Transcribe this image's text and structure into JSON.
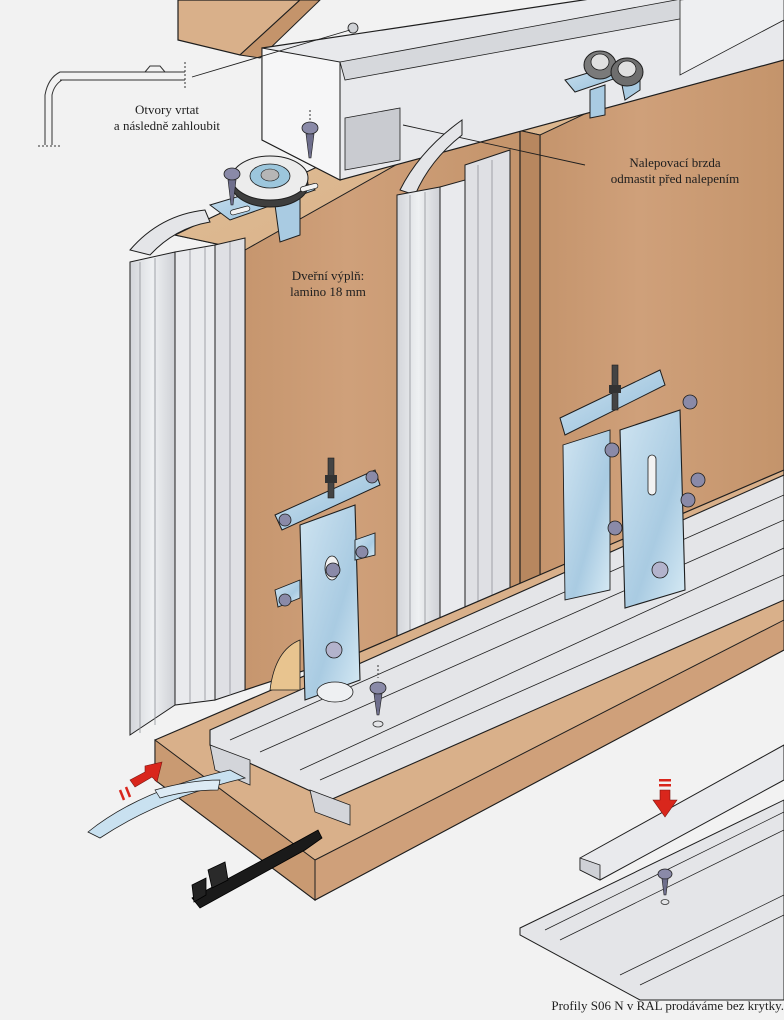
{
  "diagram": {
    "subject": "Sliding door system assembly (profiles S06 N)",
    "labels": {
      "drill_holes": {
        "line1": "Otvory vrtat",
        "line2": "a následně zahloubit"
      },
      "adhesive_brake": {
        "line1": "Nalepovací brzda",
        "line2": "odmastit před nalepením"
      },
      "door_panel": {
        "line1": "Dveřní výplň:",
        "line2": "lamino 18 mm"
      },
      "footnote": "Profily S06 N v RAL prodáváme bez krytky."
    },
    "components": [
      {
        "id": "top-rail",
        "name": "Top guide rail (aluminium)"
      },
      {
        "id": "top-guide-roller-left",
        "name": "Top single guide roller"
      },
      {
        "id": "top-guide-roller-right",
        "name": "Top double guide roller"
      },
      {
        "id": "door-panel-left",
        "name": "Door panel (laminate 18 mm)"
      },
      {
        "id": "door-panel-right",
        "name": "Door panel (laminate 18 mm)"
      },
      {
        "id": "handle-profile-left",
        "name": "Vertical handle profile"
      },
      {
        "id": "handle-profile-middle",
        "name": "Vertical handle profile"
      },
      {
        "id": "bottom-carriage-left",
        "name": "Bottom roller carriage"
      },
      {
        "id": "bottom-carriage-right",
        "name": "Bottom roller carriage"
      },
      {
        "id": "bottom-rail",
        "name": "Bottom double track rail"
      },
      {
        "id": "adhesive-tape",
        "name": "Adhesive brake tape"
      },
      {
        "id": "brake-stopper",
        "name": "Brake stopper (black)"
      },
      {
        "id": "rail-cover",
        "name": "Rail cover strip"
      },
      {
        "id": "fixing-screws",
        "name": "Fixing screws"
      }
    ],
    "colors": {
      "background": "#f2f2f2",
      "wood_face": "#c99a72",
      "wood_light": "#ddb88e",
      "wood_edge": "#b7875f",
      "aluminium": "#e4e5e8",
      "aluminium_shade": "#c9cbd0",
      "steel_blue": "#b9d6e8",
      "screw": "#8a8aa8",
      "arrow_red": "#d9261c",
      "stopper": "#1a1a1a",
      "tape": "#c9e1f0",
      "outline": "#1e1e1e"
    }
  }
}
